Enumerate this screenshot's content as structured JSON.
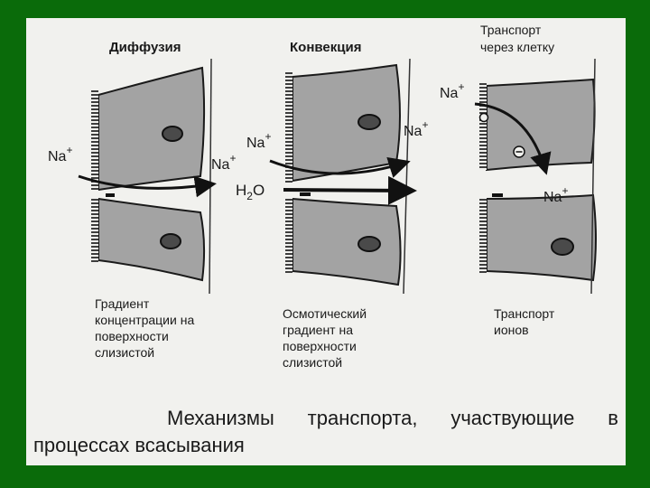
{
  "headings": {
    "diffusion": "Диффузия",
    "convection": "Конвекция",
    "transcellular_line1": "Транспорт",
    "transcellular_line2": "через клетку"
  },
  "ions": {
    "na": "Na",
    "plus": "+",
    "water_h": "H",
    "water_sub": "2",
    "water_o": "O"
  },
  "descriptions": {
    "diffusion": [
      "Градиент",
      "концентрации на",
      "поверхности",
      "слизистой"
    ],
    "convection": [
      "Осмотический",
      "градиент на",
      "поверхности",
      "слизистой"
    ],
    "transcellular": [
      "Транспорт",
      "ионов"
    ]
  },
  "caption": {
    "line1": "Механизмы транспорта, участвующие в",
    "line2": "процессах всасывания"
  },
  "colors": {
    "cell_fill": "#a3a3a3",
    "cell_stroke": "#1a1a1a",
    "nucleus_fill": "#4a4a4a",
    "background": "#0a6b0a",
    "frame": "#f1f1ee"
  }
}
